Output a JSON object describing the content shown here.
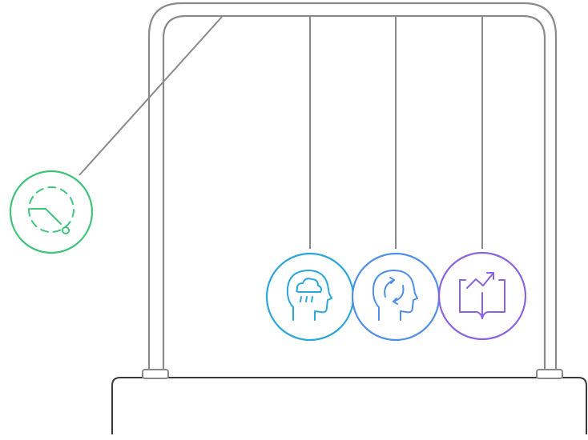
{
  "diagram": {
    "type": "newtons-cradle",
    "colors": {
      "frame": "#8a8a8a",
      "base_stroke": "#3a3a3a",
      "background": "#ffffff"
    },
    "balls": [
      {
        "id": "timer",
        "icon": "timer-dial-icon",
        "color": "#3ec47b",
        "state": "swung-out"
      },
      {
        "id": "mind-fog",
        "icon": "head-with-raincloud-icon",
        "color": "#2aa7d8",
        "state": "resting"
      },
      {
        "id": "mind-cycle",
        "icon": "head-with-cycle-arrows-icon",
        "color": "#4f8fe6",
        "state": "resting"
      },
      {
        "id": "growth",
        "icon": "open-book-with-rising-arrow-icon",
        "color": "#8a63e0",
        "state": "resting"
      }
    ]
  }
}
